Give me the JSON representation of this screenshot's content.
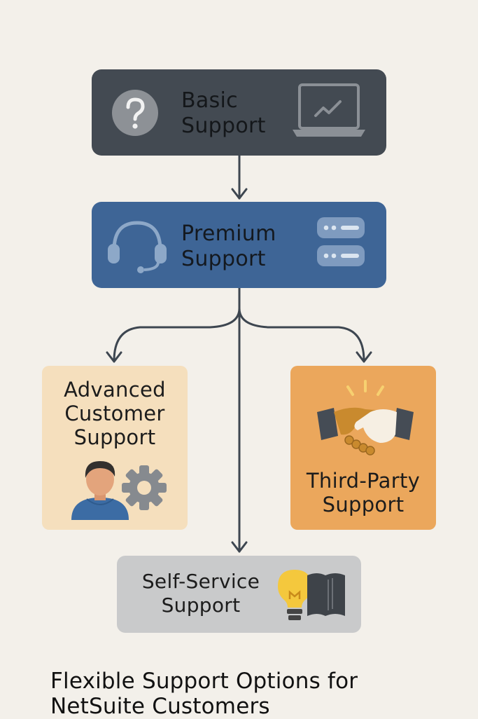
{
  "nodes": {
    "basic": {
      "line1": "Basic",
      "line2": "Support"
    },
    "premium": {
      "line1": "Premium",
      "line2": "Support"
    },
    "advanced": {
      "line1": "Advanced",
      "line2": "Customer",
      "line3": "Support"
    },
    "third_party": {
      "line1": "Third-Party",
      "line2": "Support"
    },
    "self_service": {
      "line1": "Self-Service",
      "line2": "Support"
    }
  },
  "footer": {
    "line1": "Flexible Support Options for",
    "line2": "NetSuite Customers"
  },
  "icons": {
    "basic": [
      "question-circle-icon",
      "laptop-chart-icon"
    ],
    "premium": [
      "headset-icon",
      "server-icon"
    ],
    "advanced": [
      "person-icon",
      "gear-icon"
    ],
    "third_party": [
      "handshake-icon"
    ],
    "self_service": [
      "lightbulb-icon",
      "book-icon"
    ]
  },
  "colors": {
    "background": "#f3f0ea",
    "basic": "#434a52",
    "premium": "#3e6596",
    "advanced": "#f5dfbd",
    "third_party": "#eba75c",
    "self_service": "#c9cacb",
    "connector": "#3d4650"
  }
}
